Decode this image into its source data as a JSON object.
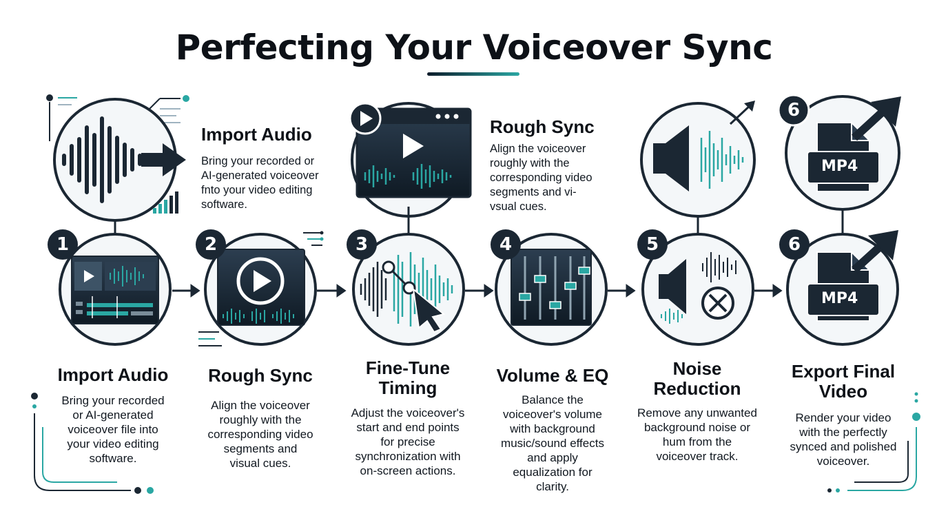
{
  "title": "Perfecting Your Voiceover Sync",
  "top_callouts": {
    "import": {
      "heading": "Import Audio",
      "body": [
        "Bring your recorded or",
        "AI-generated voiceover",
        "fnto your video editing",
        "software."
      ]
    },
    "rough": {
      "heading": "Rough Sync",
      "body": [
        "Align the voiceover",
        "roughly with the",
        "corresponding video",
        "segments and vi-",
        "vsual cues."
      ]
    }
  },
  "steps": [
    {
      "number": "1",
      "title": [
        "Import Audio"
      ],
      "desc": [
        "Bring your recorded",
        "or AI-generated",
        "voiceover file into",
        "your video editing",
        "software."
      ]
    },
    {
      "number": "2",
      "title": [
        "Rough Sync"
      ],
      "desc": [
        "Align the voiceover",
        "roughly with the",
        "corresponding video",
        "segments and",
        "visual cues."
      ]
    },
    {
      "number": "3",
      "title": [
        "Fine-Tune",
        "Timing"
      ],
      "desc": [
        "Adjust the voiceover's",
        "start and end points",
        "for precise",
        "synchronization with",
        "on-screen actions."
      ]
    },
    {
      "number": "4",
      "title": [
        "Volume & EQ"
      ],
      "desc": [
        "Balance the",
        "voiceover's volume",
        "with background",
        "music/sound effects",
        "and apply",
        "equalization for",
        "clarity."
      ]
    },
    {
      "number": "5",
      "title": [
        "Noise",
        "Reduction"
      ],
      "desc": [
        "Remove any unwanted",
        "background noise or",
        "hum from the",
        "voiceover track."
      ]
    },
    {
      "number": "6",
      "title": [
        "Export Final",
        "Video"
      ],
      "desc": [
        "Render your video",
        "with the perfectly",
        "synced and polished",
        "voiceover."
      ]
    }
  ],
  "top_badge": "6",
  "file_labels": [
    "MP4",
    "MP4"
  ],
  "icons": [
    "waveform-arrow-icon",
    "video-editor-icon",
    "play-video-icon",
    "waveform-cursor-icon",
    "mixer-sliders-icon",
    "speaker-noise-icon",
    "mp4-export-icon",
    "speaker-wave-icon"
  ],
  "colors": {
    "navy": "#1b2733",
    "teal": "#2aa7a3",
    "ink": "#0d1117"
  }
}
